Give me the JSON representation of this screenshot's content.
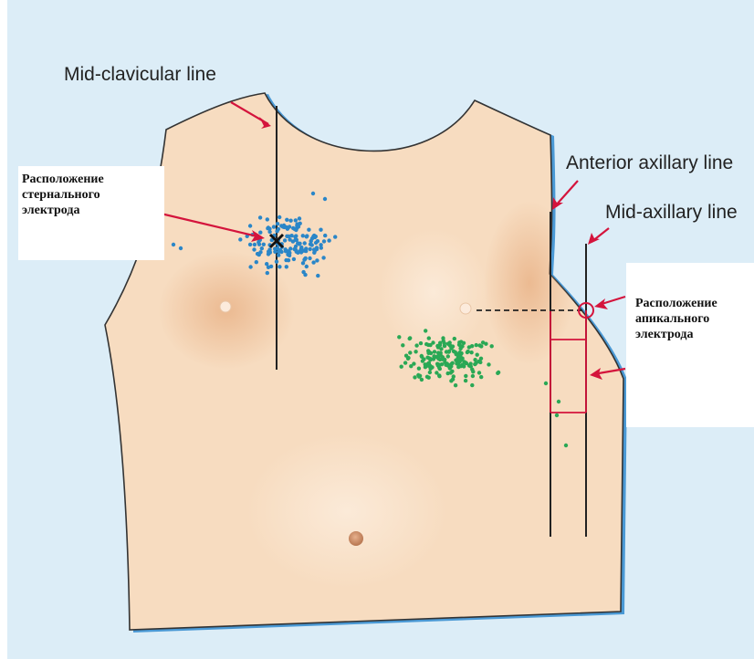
{
  "labels": {
    "mid_clavicular": "Mid-clavicular line",
    "anterior_axillary": "Anterior axillary line",
    "mid_axillary": "Mid-axillary line"
  },
  "sternal_box": {
    "lines": [
      "Расположение",
      "стернального",
      "электрода"
    ]
  },
  "apical_box": {
    "lines": [
      "Расположение",
      "апикального",
      "электрода"
    ]
  },
  "colors": {
    "background": "#dcedf7",
    "skin": "#f7dcc0",
    "shade": "#eec39e",
    "arrow": "#d4143c",
    "sternal_dots": "#2a86c8",
    "apical_dots": "#2aa855",
    "frame": "#d4143c"
  }
}
